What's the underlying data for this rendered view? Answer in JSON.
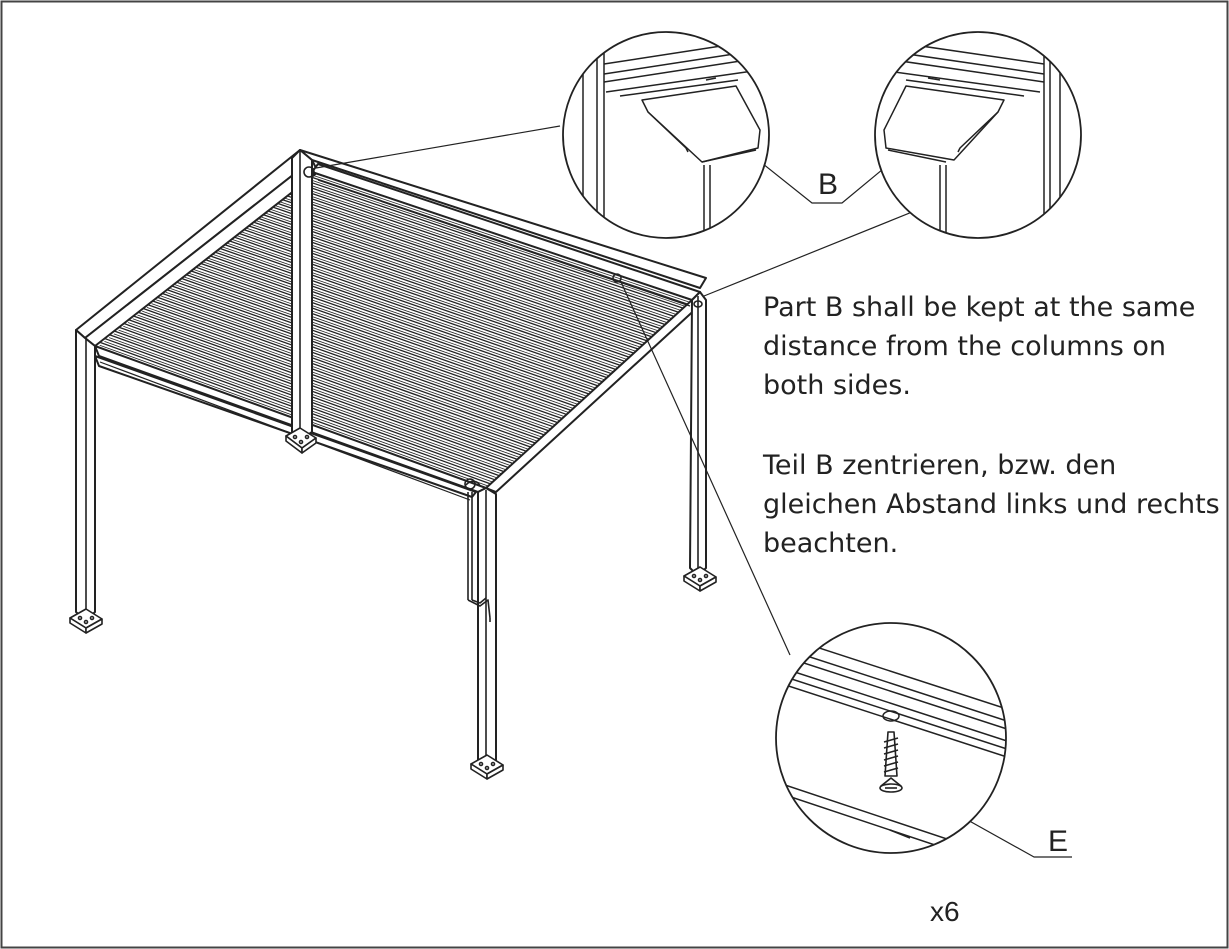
{
  "instructions": {
    "english": "Part B shall be kept at the same distance from the columns on both sides.",
    "german": "Teil B zentrieren, bzw. den gleichen Abstand links und rechts beachten."
  },
  "callouts": {
    "part_b": "B",
    "part_e": "E",
    "quantity": "x6"
  },
  "icons": {
    "main_view": "pergola-assembly-illustration",
    "detail_top_left": "louver-end-detail",
    "detail_top_right": "louver-end-detail",
    "detail_bottom": "screw-fastening-detail",
    "screw": "screw-icon"
  },
  "colors": {
    "line": "#222222",
    "background": "#ffffff",
    "frame": "#444444"
  }
}
